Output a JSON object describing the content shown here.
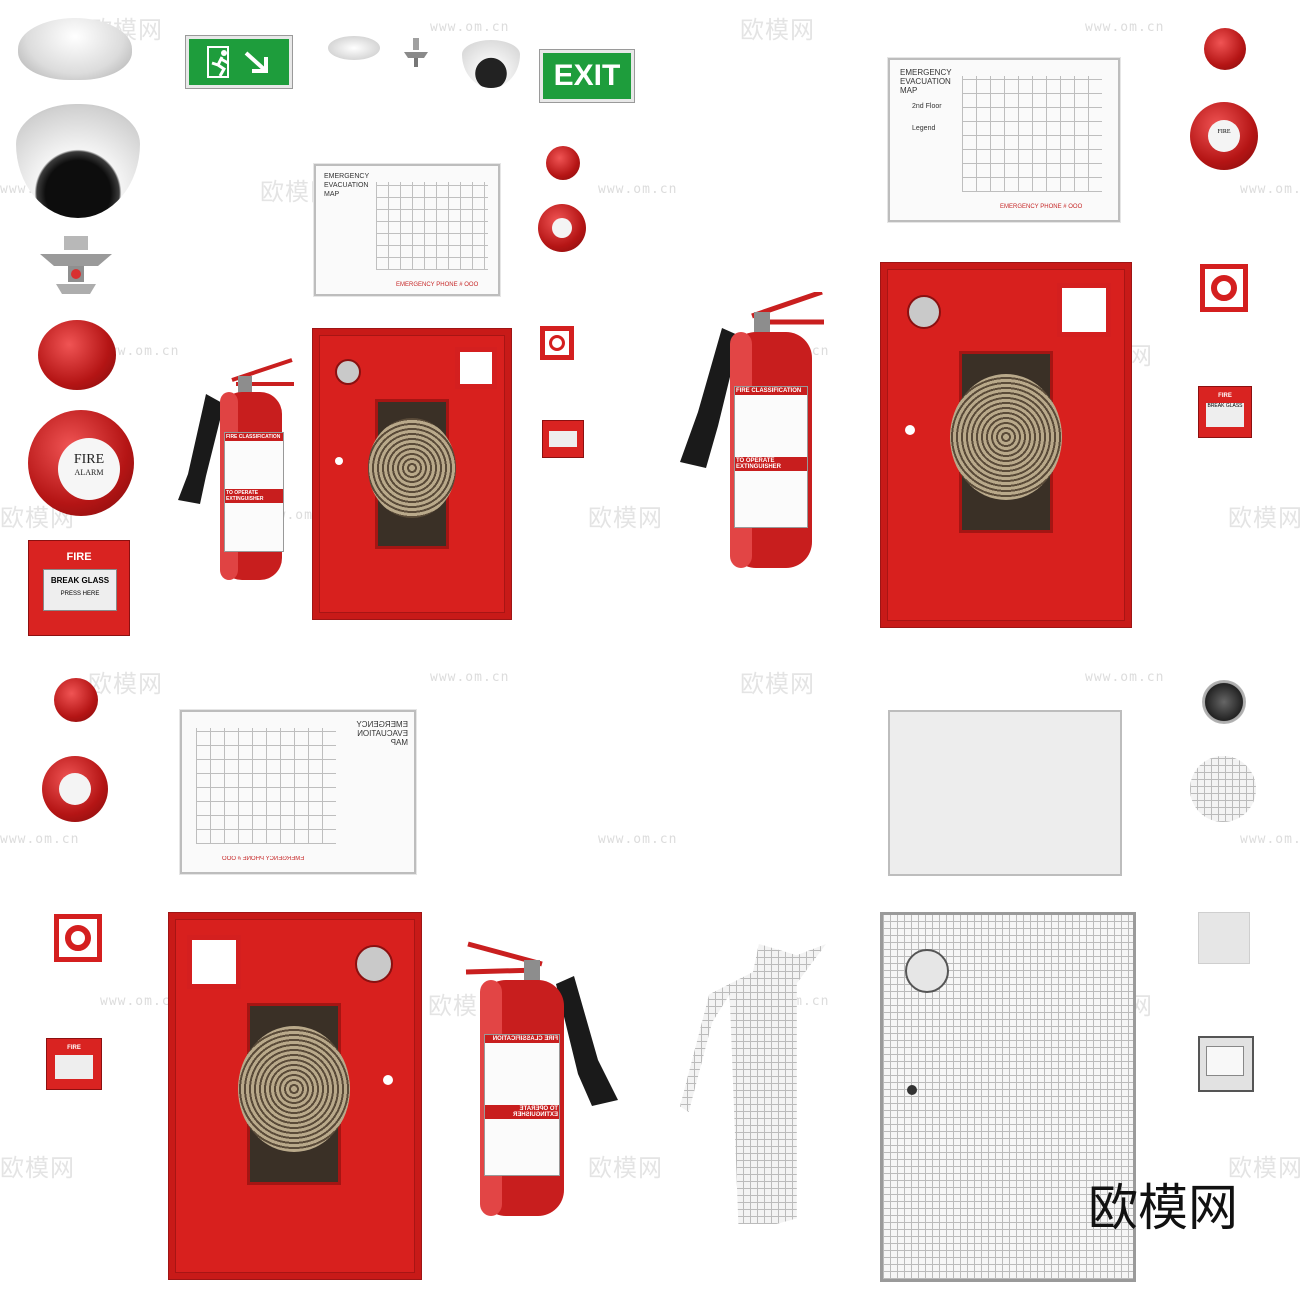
{
  "exit_sign_text": "EXIT",
  "evac_map": {
    "title": "EMERGENCY EVACUATION MAP",
    "floor": "2nd Floor",
    "legend": "Legend",
    "phone": "EMERGENCY PHONE # OOO"
  },
  "call_point": {
    "fire": "FIRE",
    "break": "BREAK GLASS",
    "press": "PRESS HERE"
  },
  "bell": {
    "fire": "FIRE",
    "alarm": "ALARM"
  },
  "extinguisher": {
    "classification": "FIRE CLASSIFICATION",
    "operate": "TO OPERATE EXTINGUISHER"
  },
  "watermarks": {
    "brand": "欧模网",
    "url": "www.om.cn",
    "footer": "欧模网"
  },
  "colors": {
    "fire_red": "#d8201e",
    "exit_green": "#1e9d3c",
    "wireframe": "#bbbbbb"
  }
}
